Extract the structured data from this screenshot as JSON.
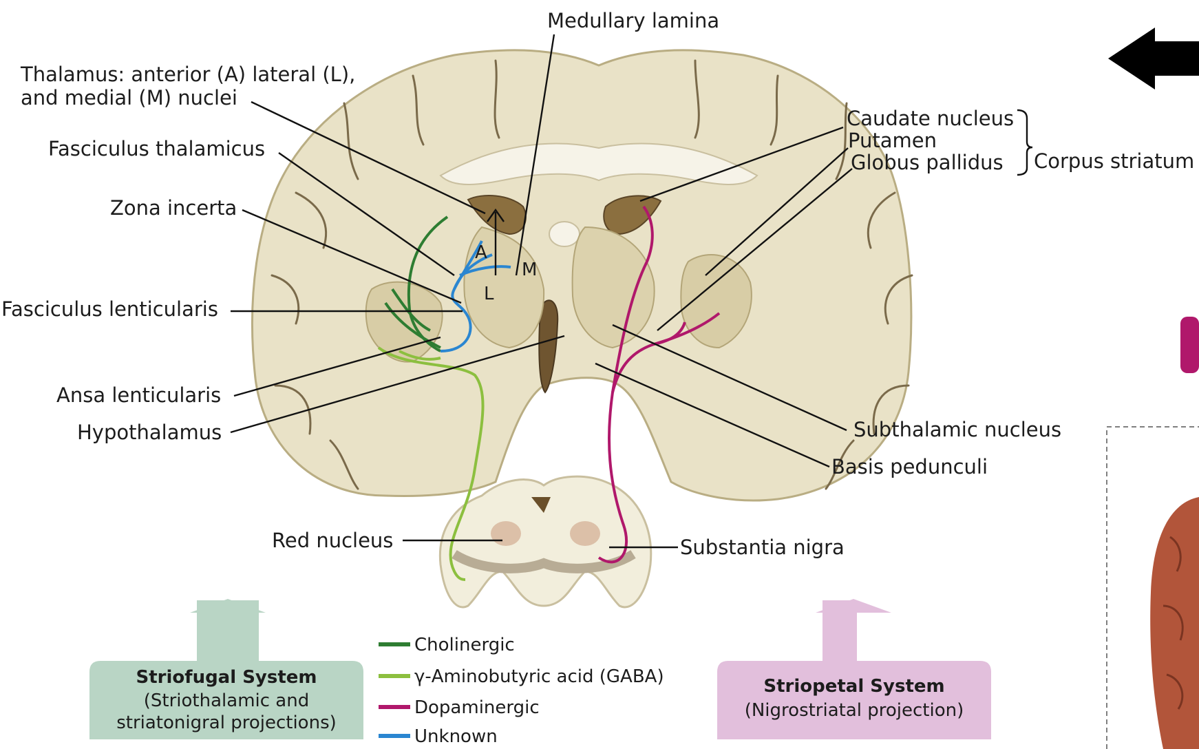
{
  "labels": {
    "medullary_lamina": "Medullary lamina",
    "thalamus_line1": "Thalamus: anterior (A) lateral (L),",
    "thalamus_line2": "and medial (M) nuclei",
    "fasciculus_thalamicus": "Fasciculus thalamicus",
    "zona_incerta": "Zona incerta",
    "fasciculus_lenticularis": "Fasciculus lenticularis",
    "ansa_lenticularis": "Ansa lenticularis",
    "hypothalamus": "Hypothalamus",
    "red_nucleus": "Red nucleus",
    "caudate_nucleus": "Caudate nucleus",
    "putamen": "Putamen",
    "globus_pallidus": "Globus pallidus",
    "corpus_striatum": "Corpus striatum",
    "subthalamic_nucleus": "Subthalamic nucleus",
    "basis_pedunculi": "Basis pedunculi",
    "substantia_nigra": "Substantia nigra",
    "nucleus_a": "A",
    "nucleus_l": "L",
    "nucleus_m": "M"
  },
  "legend": {
    "items": [
      {
        "label": "Cholinergic",
        "color": "#2e7d32"
      },
      {
        "label": "γ-Aminobutyric acid (GABA)",
        "color": "#8cbf3f"
      },
      {
        "label": "Dopaminergic",
        "color": "#b0186b"
      },
      {
        "label": "Unknown",
        "color": "#2a86d1"
      }
    ]
  },
  "striofugal": {
    "title": "Striofugal System",
    "line1": "(Striothalamic and",
    "line2": "striatonigral projections)",
    "color": "#b9d5c5"
  },
  "striopetal": {
    "title": "Striopetal System",
    "line1": "(Nigrostriatal projection)",
    "color": "#e2bfdc"
  },
  "nav": {
    "back_icon": "left-arrow-icon"
  }
}
